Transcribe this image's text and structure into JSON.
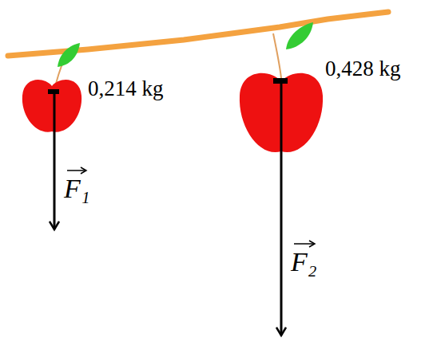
{
  "diagram": {
    "labels": [
      "0,214 kg",
      "0,428 kg",
      "F₁",
      "F₂"
    ]
  }
}
